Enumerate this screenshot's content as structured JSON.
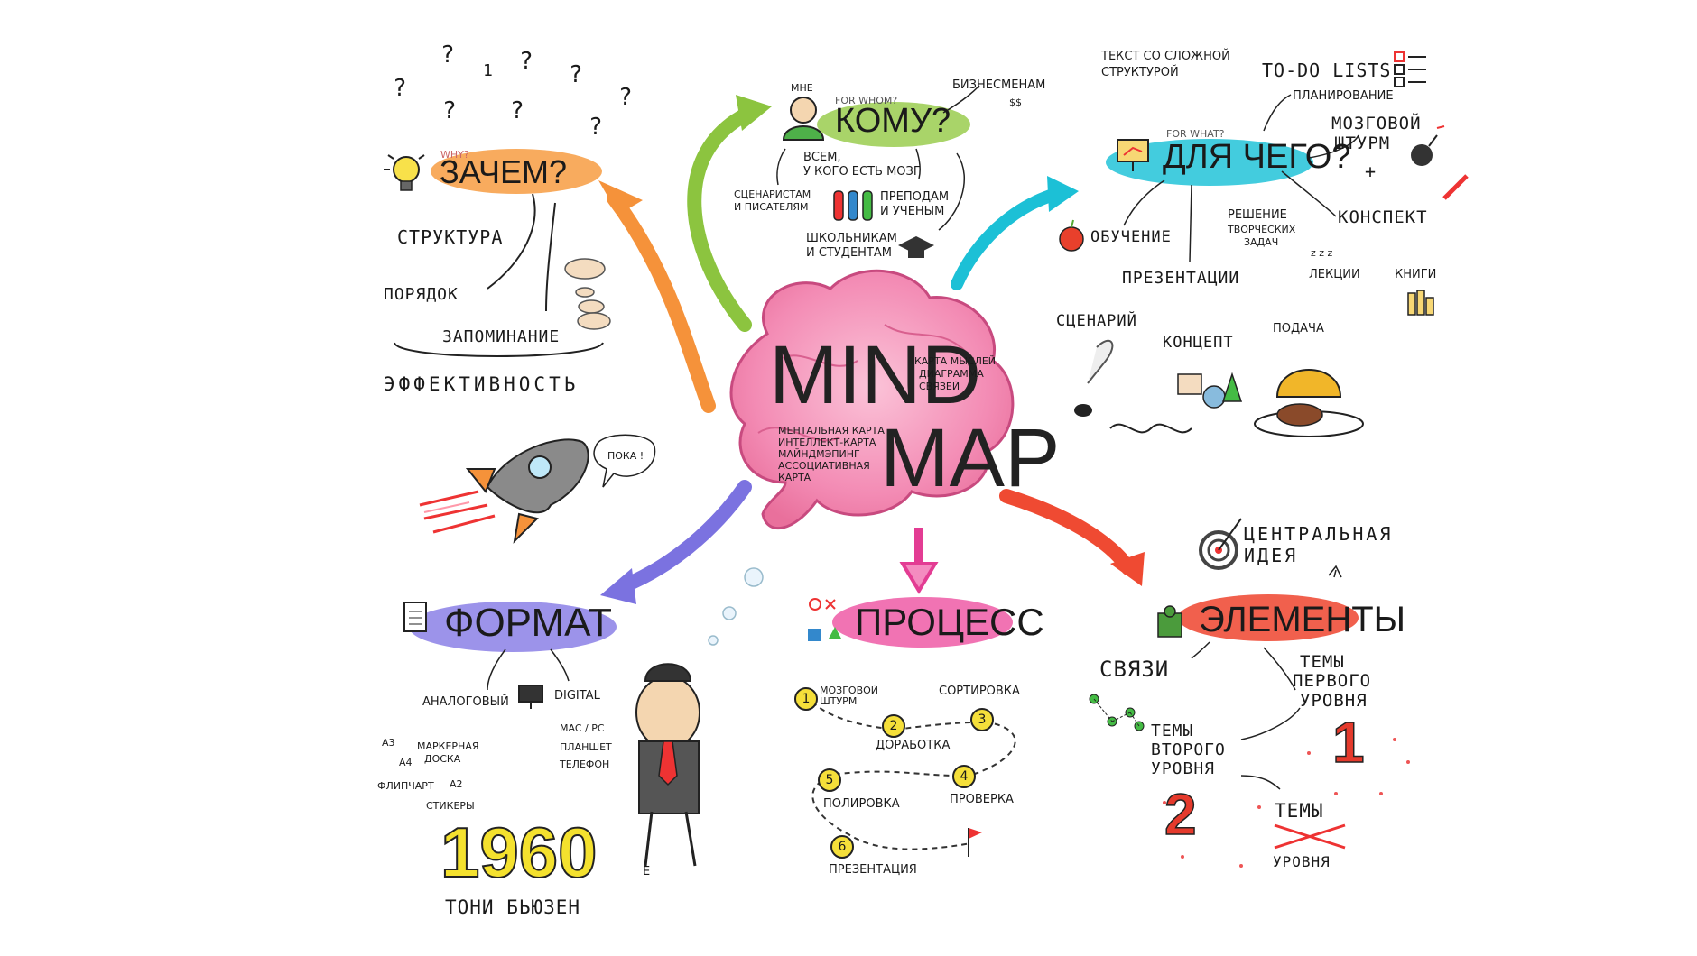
{
  "center": {
    "title_line1": "MIND",
    "title_line2": "MAP",
    "aliases_top": [
      "КАРТА МЫСЛЕЙ",
      "ДИАГРАММА",
      "СВЯЗЕЙ"
    ],
    "aliases_bottom": [
      "МЕНТАЛЬНАЯ КАРТА",
      "ИНТЕЛЛЕКТ-КАРТА",
      "МАЙНДМЭПИНГ",
      "АССОЦИАТИВНАЯ",
      "КАРТА"
    ]
  },
  "why": {
    "small": "WHY?",
    "title": "ЗАЧЕМ?",
    "items": [
      "СТРУКТУРА",
      "ПОРЯДОК",
      "ЗАПОМИНАНИЕ"
    ],
    "result": "ЭФФЕКТИВНОСТЬ",
    "question_marks": [
      "?",
      "?",
      "?",
      "?",
      "?",
      "?",
      "?",
      "?"
    ],
    "scribble": "1"
  },
  "rocket": {
    "bubble": "ПОКА !"
  },
  "whom": {
    "me": "МНЕ",
    "small": "FOR WHOM?",
    "title": "КОМУ?",
    "business": "БИЗНЕСМЕНАМ",
    "dollar": "$$",
    "all": [
      "ВСЕМ,",
      "У КОГО ЕСТЬ МОЗГ"
    ],
    "writers": [
      "СЦЕНАРИСТАМ",
      "И ПИСАТЕЛЯМ"
    ],
    "teachers": [
      "ПРЕПОДАМ",
      "И УЧЕНЫМ"
    ],
    "students": [
      "ШКОЛЬНИКАМ",
      "И СТУДЕНТАМ"
    ]
  },
  "what_for": {
    "small": "FOR WHAT?",
    "title": "ДЛЯ ЧЕГО?",
    "complex_text": [
      "ТЕКСТ СО СЛОЖНОЙ",
      "СТРУКТУРОЙ"
    ],
    "todo": "TO-DO LISTS",
    "planning": "ПЛАНИРОВАНИЕ",
    "brainstorm": [
      "МОЗГОВОЙ",
      "ШТУРМ"
    ],
    "plus": "+",
    "learning": "ОБУЧЕНИЕ",
    "creative": [
      "РЕШЕНИЕ",
      "ТВОРЧЕСКИХ",
      "ЗАДАЧ"
    ],
    "konspekt": "КОНСПЕКТ",
    "lectures": "ЛЕКЦИИ",
    "books": "КНИГИ",
    "presentations": "ПРЕЗЕНТАЦИИ",
    "scenario": "СЦЕНАРИЙ",
    "concept": "КОНЦЕПТ",
    "delivery": "ПОДАЧА",
    "zzz": "z z z"
  },
  "format": {
    "title": "ФОРМАТ",
    "analog": "АНАЛОГОВЫЙ",
    "digital": "DIGITAL",
    "analog_items": [
      "А3",
      "А4",
      "МАРКЕРНАЯ",
      "ДОСКА",
      "ФЛИПЧАРТ",
      "А2",
      "СТИКЕРЫ"
    ],
    "digital_items": [
      "MAC / PC",
      "ПЛАНШЕТ",
      "ТЕЛЕФОН"
    ],
    "year": "1960",
    "year_suffix": "Е",
    "author": "ТОНИ БЬЮЗЕН"
  },
  "process": {
    "title": "ПРОЦЕСС",
    "steps": [
      {
        "num": "1",
        "label": "МОЗГОВОЙ ШТУРМ"
      },
      {
        "num": "2",
        "label": "ДОРАБОТКА"
      },
      {
        "num": "3",
        "label": "СОРТИРОВКА"
      },
      {
        "num": "4",
        "label": "ПРОВЕРКА"
      },
      {
        "num": "5",
        "label": "ПОЛИРОВКА"
      },
      {
        "num": "6",
        "label": "ПРЕЗЕНТАЦИЯ"
      }
    ]
  },
  "elements": {
    "title": "ЭЛЕМЕНТЫ",
    "central": [
      "ЦЕНТРАЛЬНАЯ",
      "ИДЕЯ"
    ],
    "links": "СВЯЗИ",
    "first_level": [
      "ТЕМЫ",
      "ПЕРВОГО",
      "УРОВНЯ"
    ],
    "second_level": [
      "ТЕМЫ",
      "ВТОРОГО",
      "УРОВНЯ"
    ],
    "third_level": [
      "ТЕМЫ",
      "УРОВНЯ"
    ],
    "num1": "1",
    "num2": "2"
  },
  "colors": {
    "brain": "#f07aa6",
    "brain_light": "#f6a9c6",
    "orange": "#f5923a",
    "green": "#8cc43f",
    "cyan": "#1cc0d6",
    "purple": "#7b72e0",
    "pink": "#e33c93",
    "red": "#ef4a32",
    "yellow": "#f6e22b"
  }
}
